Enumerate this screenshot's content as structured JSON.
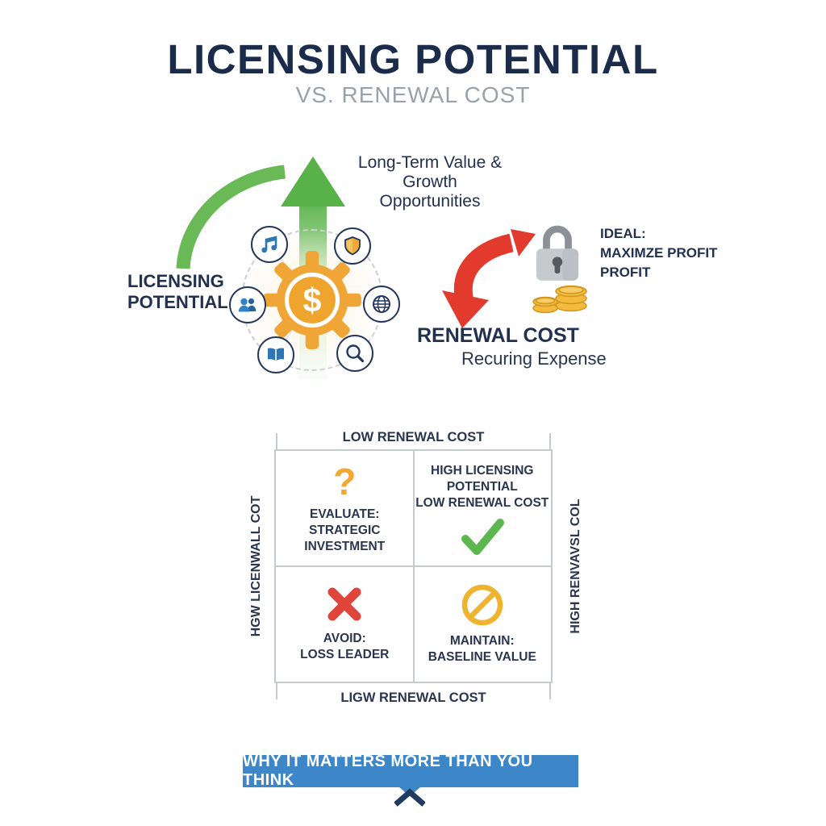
{
  "header": {
    "title": "LICENSING POTENTIAL",
    "subtitle": "VS. RENEWAL COST"
  },
  "licensing": {
    "caption_lines": [
      "Long-Term Value & Growth",
      "Opportunities"
    ],
    "label_lines": [
      "LICENSING",
      "POTENTIAL"
    ],
    "hub_symbol": "$",
    "hub_icons": [
      "music-note",
      "shield",
      "people",
      "globe",
      "open-book",
      "magnifying-glass"
    ]
  },
  "renewal": {
    "ideal_lines": [
      "IDEAL:",
      "MAXIMZE PROFIT",
      "PROFIT"
    ],
    "label": "RENEWAL COST",
    "sublabel": "Recuring Expense"
  },
  "matrix": {
    "axis_top": "LOW RENEWAL COST",
    "axis_bottom": "LIGW RENEWAL COST",
    "axis_left": "HGW LICENWALL COT",
    "axis_right": "HIGH RENVAVSL COL",
    "quadrants": [
      {
        "position": "top-left",
        "symbol": "question-mark",
        "glyph": "?",
        "lines": [
          "EVALUATE:",
          "STRATEGIC INVESTMENT"
        ]
      },
      {
        "position": "top-right",
        "symbol": "checkmark",
        "lines": [
          "HIGH LICENSING",
          "POTENTIAL",
          "LOW RENEWAL COST"
        ]
      },
      {
        "position": "bottom-left",
        "symbol": "cross",
        "lines": [
          "AVOID:",
          "LOSS LEADER"
        ]
      },
      {
        "position": "bottom-right",
        "symbol": "no-symbol",
        "lines": [
          "MAINTAIN:",
          "BASELINE VALUE"
        ]
      }
    ]
  },
  "banner": {
    "label": "WHY IT MATTERS MORE THAN YOU THINK"
  },
  "colors": {
    "navy_text": "#1b2b4a",
    "gray_subtitle": "#9aa1ab",
    "green": "#5cb44b",
    "red": "#e23b2e",
    "orange_gear": "#f0a636",
    "gold": "#f2bb3d",
    "icon_blue": "#2e76b4",
    "banner_blue": "#3d86c8",
    "grid_gray": "#c7cacd",
    "lock_gray": "#c7cacd",
    "chevron_navy": "#1f3c60"
  }
}
